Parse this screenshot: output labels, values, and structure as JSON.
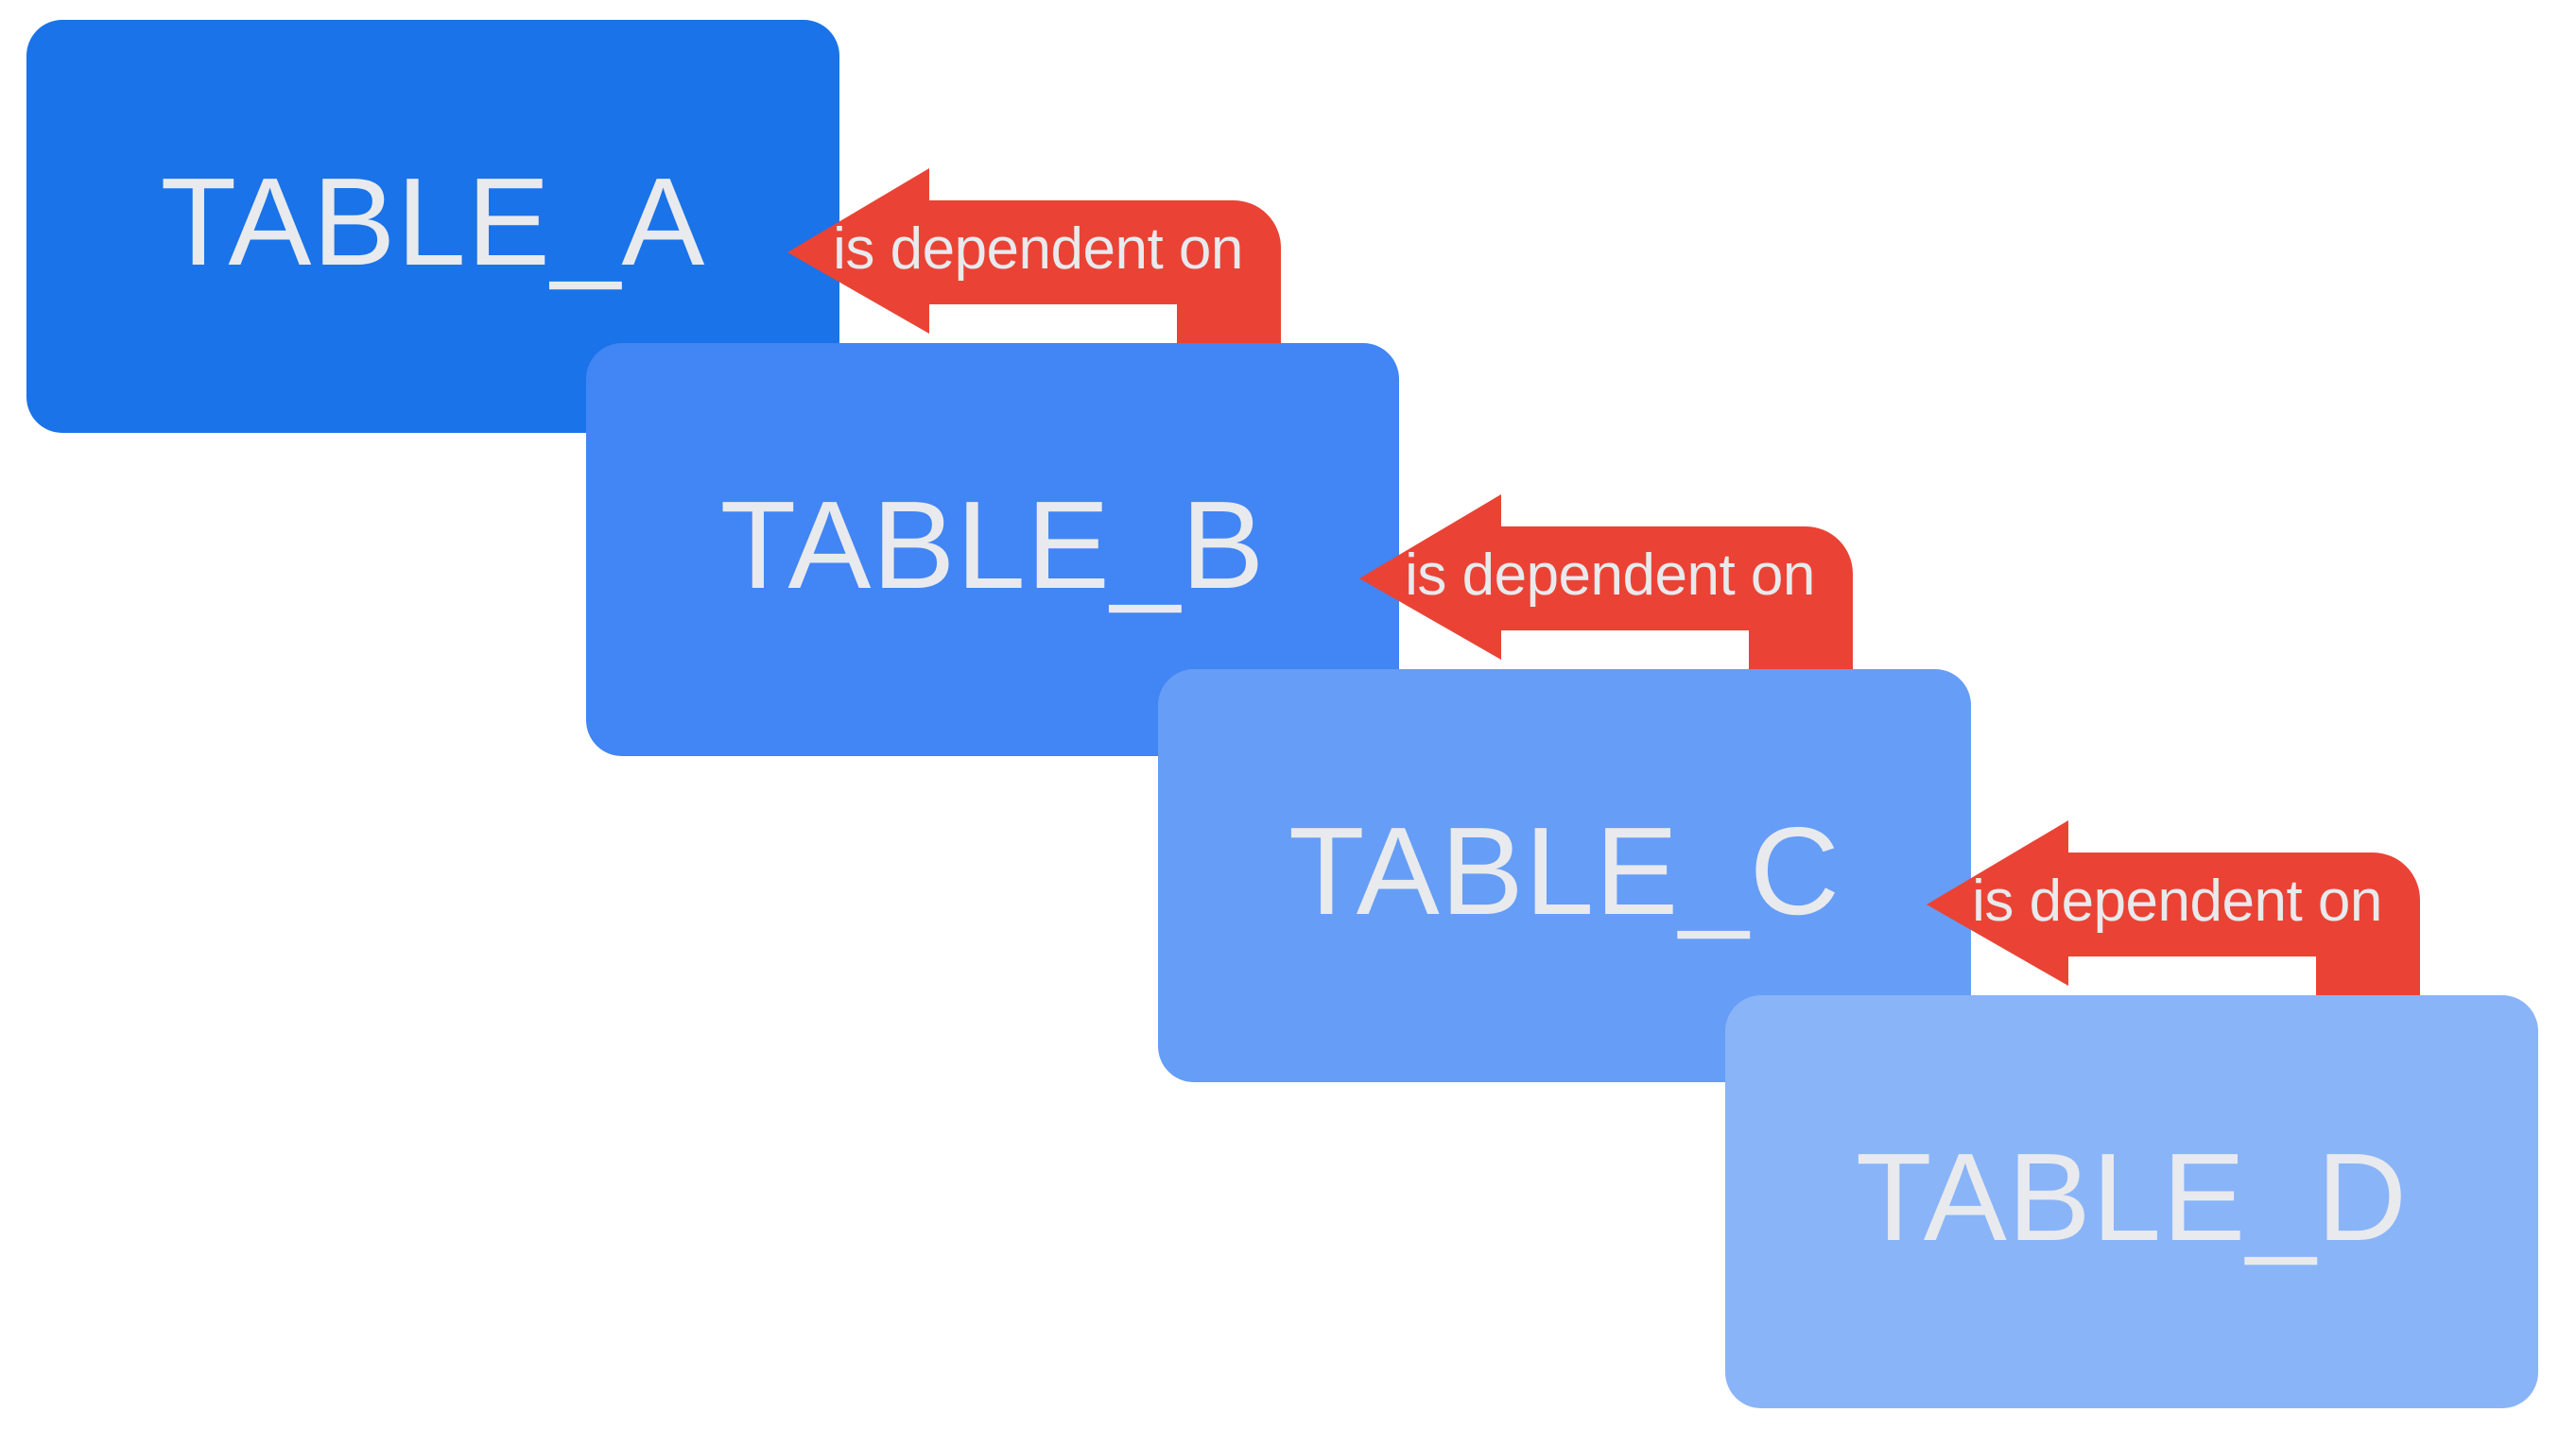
{
  "diagram": {
    "background_color": "#FFFFFF",
    "label_text_color": "#E8EAED",
    "arrow": {
      "color": "#EA4335",
      "label": "is dependent on"
    },
    "tables": [
      {
        "label": "TABLE_A",
        "color": "#1A73E8"
      },
      {
        "label": "TABLE_B",
        "color": "#4285F4"
      },
      {
        "label": "TABLE_C",
        "color": "#669DF6"
      },
      {
        "label": "TABLE_D",
        "color": "#8AB4F8"
      }
    ],
    "relations": [
      {
        "from": "TABLE_B",
        "to": "TABLE_A",
        "label": "is dependent on"
      },
      {
        "from": "TABLE_C",
        "to": "TABLE_B",
        "label": "is dependent on"
      },
      {
        "from": "TABLE_D",
        "to": "TABLE_C",
        "label": "is dependent on"
      }
    ]
  }
}
